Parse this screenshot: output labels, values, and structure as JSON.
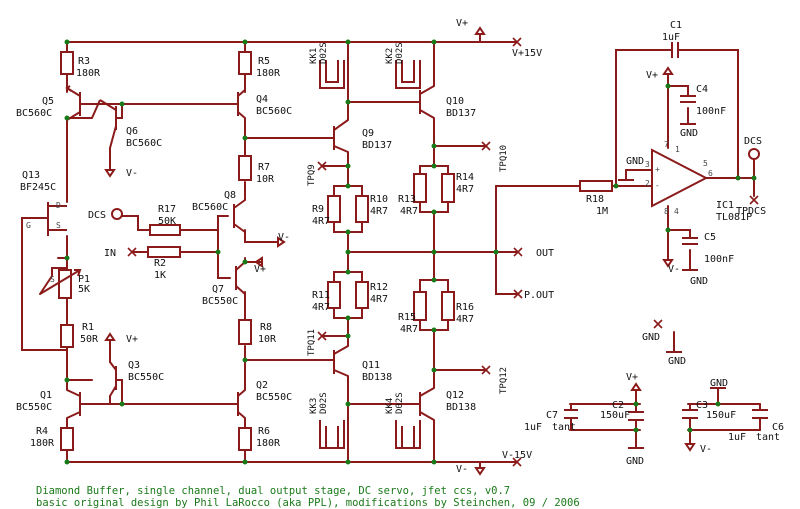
{
  "caption": {
    "line1": "Diamond Buffer, single channel, dual output stage, DC servo, jfet ccs, v0.7",
    "line2": "basic original design by Phil LaRocco (aka PPL), modifications by Steinchen, 09 / 2006"
  },
  "colors": {
    "wire": "#8b1a1a",
    "junction": "#1a7a1a",
    "caption": "#1a7a1a"
  },
  "rails": {
    "vplus": "V+",
    "vplus15": "V+15V",
    "vminus": "V-",
    "vminus15": "V-15V",
    "gnd": "GND",
    "out": "OUT",
    "pout": "P.OUT",
    "in": "IN",
    "dcs": "DCS",
    "tpdcs": "TPDCS"
  },
  "transistors": [
    {
      "ref": "Q1",
      "part": "BC550C"
    },
    {
      "ref": "Q2",
      "part": "BC550C"
    },
    {
      "ref": "Q3",
      "part": "BC550C"
    },
    {
      "ref": "Q4",
      "part": "BC560C"
    },
    {
      "ref": "Q5",
      "part": "BC560C"
    },
    {
      "ref": "Q6",
      "part": "BC560C"
    },
    {
      "ref": "Q7",
      "part": "BC550C"
    },
    {
      "ref": "Q8",
      "part": "BC560C"
    },
    {
      "ref": "Q9",
      "part": "BD137"
    },
    {
      "ref": "Q10",
      "part": "BD137"
    },
    {
      "ref": "Q11",
      "part": "BD138"
    },
    {
      "ref": "Q12",
      "part": "BD138"
    },
    {
      "ref": "Q13",
      "part": "BF245C"
    }
  ],
  "resistors": [
    {
      "ref": "R1",
      "value": "50R"
    },
    {
      "ref": "R2",
      "value": "1K"
    },
    {
      "ref": "R3",
      "value": "180R"
    },
    {
      "ref": "R4",
      "value": "180R"
    },
    {
      "ref": "R5",
      "value": "180R"
    },
    {
      "ref": "R6",
      "value": "180R"
    },
    {
      "ref": "R7",
      "value": "10R"
    },
    {
      "ref": "R8",
      "value": "10R"
    },
    {
      "ref": "R9",
      "value": "4R7"
    },
    {
      "ref": "R10",
      "value": "4R7"
    },
    {
      "ref": "R11",
      "value": "4R7"
    },
    {
      "ref": "R12",
      "value": "4R7"
    },
    {
      "ref": "R13",
      "value": "4R7"
    },
    {
      "ref": "R14",
      "value": "4R7"
    },
    {
      "ref": "R15",
      "value": "4R7"
    },
    {
      "ref": "R16",
      "value": "4R7"
    },
    {
      "ref": "R17",
      "value": "50K"
    },
    {
      "ref": "R18",
      "value": "1M"
    },
    {
      "ref": "P1",
      "value": "5K"
    }
  ],
  "capacitors": [
    {
      "ref": "C1",
      "value": "1uF"
    },
    {
      "ref": "C2",
      "value": "150uF"
    },
    {
      "ref": "C3",
      "value": "150uF"
    },
    {
      "ref": "C4",
      "value": "100nF"
    },
    {
      "ref": "C5",
      "value": "100nF"
    },
    {
      "ref": "C6",
      "value": "1uF"
    },
    {
      "ref": "C7",
      "value": "1uF"
    },
    {
      "ref": "tant",
      "value": "tant"
    }
  ],
  "heatsinks": [
    {
      "ref": "KK1",
      "part": "D02S"
    },
    {
      "ref": "KK2",
      "part": "D02S"
    },
    {
      "ref": "KK3",
      "part": "D02S"
    },
    {
      "ref": "KK4",
      "part": "D02S"
    }
  ],
  "testpoints": {
    "tpq9": "TPQ9",
    "tpq10": "TPQ10",
    "tpq11": "TPQ11",
    "tpq12": "TPQ12"
  },
  "opamp": {
    "ref": "IC1",
    "part": "TL081P",
    "pins": [
      "2",
      "3",
      "4",
      "6",
      "7",
      "1",
      "5",
      "8"
    ]
  }
}
